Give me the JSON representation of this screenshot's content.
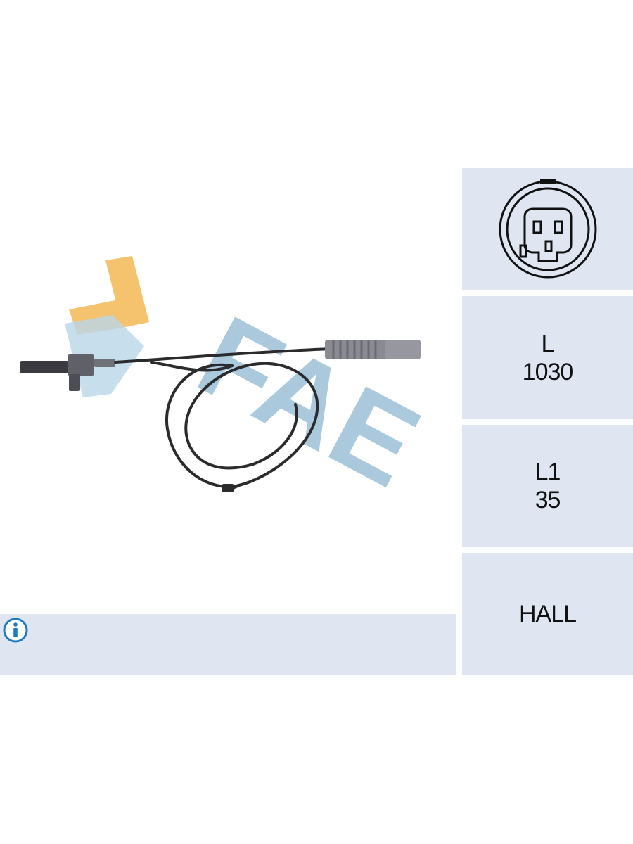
{
  "specs": {
    "length_label": "L",
    "length_value": "1030",
    "l1_label": "L1",
    "l1_value": "35",
    "sensor_type": "HALL"
  },
  "brand": {
    "logo_text": "FAE"
  },
  "icons": {
    "connector": "connector-pinout-icon",
    "info": "info-icon"
  },
  "colors": {
    "panel_bg": "#dfe6f1",
    "logo_blue": "#9cc0d8",
    "logo_orange": "#f5c26e",
    "info_blue": "#1d7cc0",
    "cable": "#2b2b2e",
    "connector_gray": "#8a8a92"
  }
}
